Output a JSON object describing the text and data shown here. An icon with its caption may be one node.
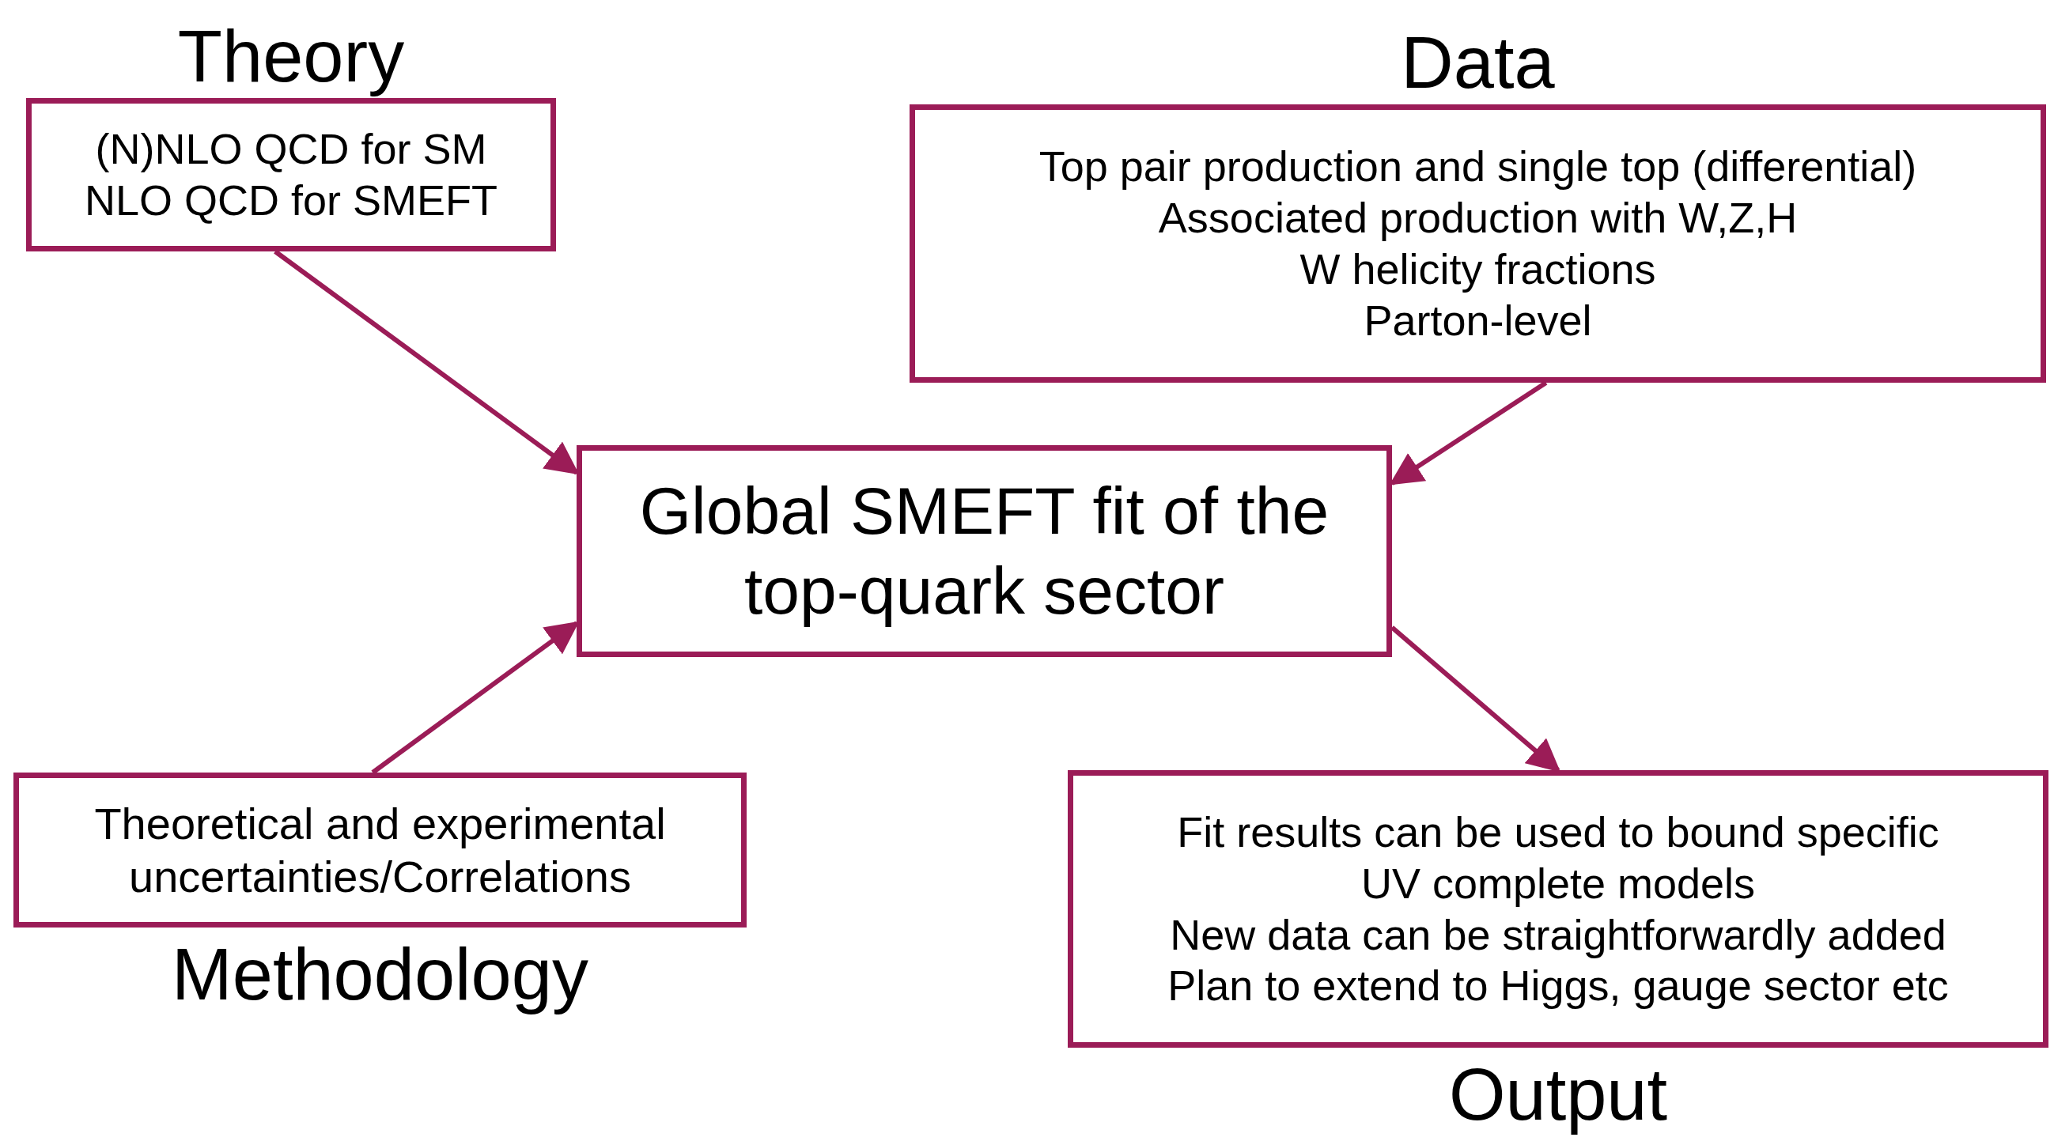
{
  "diagram": {
    "nodes": [
      {
        "text": [
          "Theory",
          "(N)NLO QCD for SM",
          "NLO QCD for SMEFT"
        ]
      },
      {
        "text": [
          "Data",
          "Top pair production and single top (differential)",
          "Associated production with W,Z,H",
          "W helicity fractions",
          "Parton-level"
        ]
      },
      {
        "text": [
          "Global SMEFT fit of the top-quark sector"
        ]
      },
      {
        "text": [
          "Theoretical and experimental uncertainties/Correlations",
          "Methodology"
        ]
      },
      {
        "text": [
          "Fit results can be used to bound specific UV complete models",
          "New data can be straightforwardly added",
          "Plan to extend to Higgs, gauge sector etc",
          "Output"
        ]
      }
    ],
    "edges": [
      {
        "from": 0,
        "to": 2,
        "arrow": "to"
      },
      {
        "from": 1,
        "to": 2,
        "arrow": "to"
      },
      {
        "from": 3,
        "to": 2,
        "arrow": "to"
      },
      {
        "from": 2,
        "to": 4,
        "arrow": "to"
      }
    ]
  }
}
